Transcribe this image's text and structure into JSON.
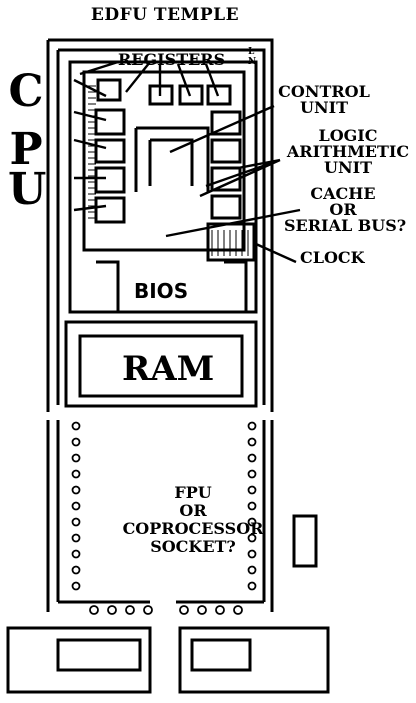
{
  "title": "EDFU TEMPLE",
  "cpu_letters": [
    "C",
    "P",
    "U"
  ],
  "labels": {
    "registers": "REGISTERS",
    "control_unit": [
      "CONTROL",
      "UNIT"
    ],
    "logic_unit": [
      "LOGIC",
      "ARITHMETIC",
      "UNIT"
    ],
    "cache": [
      "CACHE",
      "OR",
      "SERIAL BUS?"
    ],
    "clock": "CLOCK",
    "bios": "BIOS",
    "ram": "RAM",
    "fpu": [
      "FPU",
      "OR",
      "COPROCESSOR",
      "SOCKET?"
    ],
    "corner_marks": [
      "L",
      "N"
    ]
  },
  "colors": {
    "ink": "#000000",
    "paper": "#ffffff"
  }
}
